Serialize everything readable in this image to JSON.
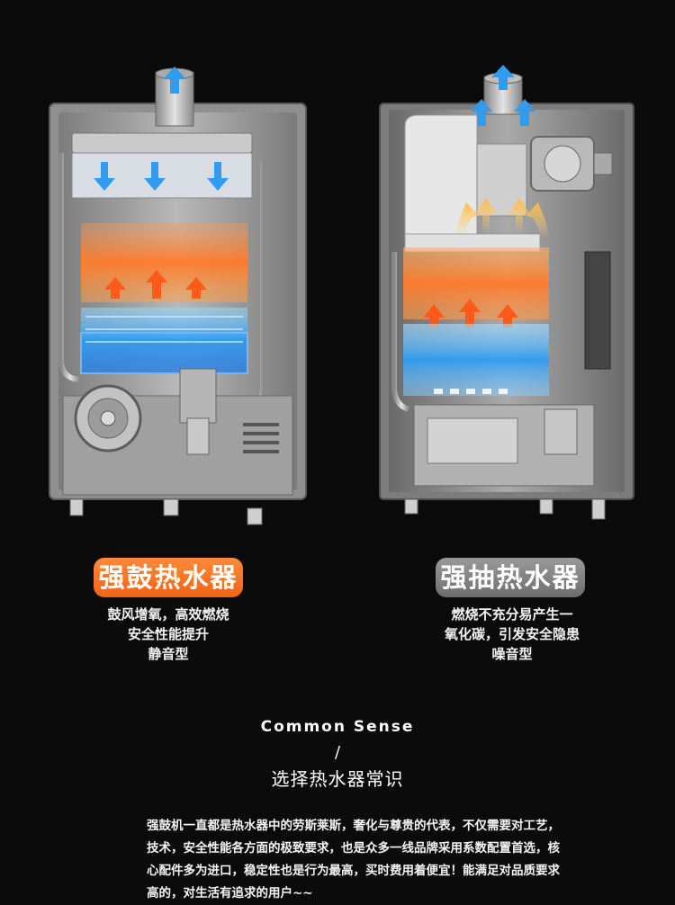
{
  "products": [
    {
      "title": "强鼓热水器",
      "desc_lines": [
        "鼓风增氧，高效燃烧",
        "安全性能提升",
        "静音型"
      ],
      "color": "#f36316"
    },
    {
      "title": "强抽热水器",
      "desc_lines": [
        "燃烧不充分易产生一",
        "氧化碳，引发安全隐患",
        "噪音型"
      ],
      "color": "#7d7d7d"
    }
  ],
  "common_sense": {
    "english": "Common Sense",
    "slash": "/",
    "chinese": "选择热水器常识"
  },
  "paragraph": "强鼓机一直都是热水器中的劳斯莱斯，奢化与尊贵的代表，不仅需要对工艺，技术，安全性能各方面的极致要求，也是众多一线品牌采用系数配置首选，核心配件多为进口，稳定性也是行为最高，买时费用着便宜！能满足对品质要求高的，对生活有追求的用户~~",
  "colors": {
    "background": "#0b0b0c",
    "accent_orange": "#f36316",
    "accent_gray": "#7d7d7d",
    "flow_blue": "#2f9cf0",
    "heat_orange": "#ff7a2a"
  },
  "icons": [
    "up-arrow-icon",
    "down-arrow-icon",
    "heat-arrow-icon",
    "fan-icon"
  ]
}
